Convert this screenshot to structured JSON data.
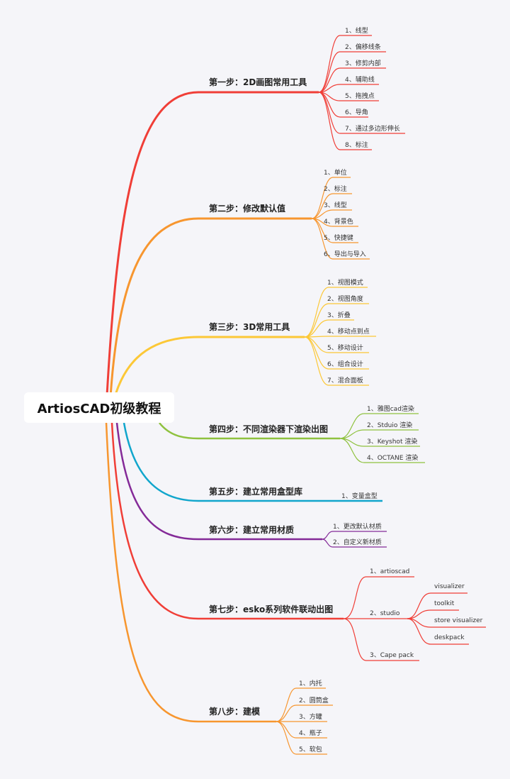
{
  "root": {
    "title": "ArtiosCAD初级教程"
  },
  "colors": {
    "step1": "#f03e37",
    "step2": "#f7962f",
    "step3": "#fcc837",
    "step4": "#8fc23f",
    "step5": "#11a6cc",
    "step6": "#842a98",
    "step7": "#f03e37",
    "step8": "#f7962f"
  },
  "branches": [
    {
      "label": "第一步：2D画图常用工具",
      "children": [
        "1、线型",
        "2、偏移线条",
        "3、修剪内部",
        "4、辅助线",
        "5、拖拽点",
        "6、导角",
        "7、通过多边形伸长",
        "8、标注"
      ]
    },
    {
      "label": "第二步：修改默认值",
      "children": [
        "1、单位",
        "2、标注",
        "3、线型",
        "4、背景色",
        "5、快捷键",
        "6、导出与导入"
      ]
    },
    {
      "label": "第三步：3D常用工具",
      "children": [
        "1、视图模式",
        "2、视图角度",
        "3、折叠",
        "4、移动点到点",
        "5、移动设计",
        "6、组合设计",
        "7、混合面板"
      ]
    },
    {
      "label": "第四步：不同渲染器下渲染出图",
      "children": [
        "1、雅图cad渲染",
        "2、Stduio 渲染",
        "3、Keyshot 渲染",
        "4、OCTANE 渲染"
      ]
    },
    {
      "label": "第五步：建立常用盒型库",
      "children": [
        "1、变量盒型"
      ]
    },
    {
      "label": "第六步：建立常用材质",
      "children": [
        "1、更改默认材质",
        "2、自定义新材质"
      ]
    },
    {
      "label": "第七步：esko系列软件联动出图",
      "children": [
        "1、artioscad",
        "2、studio",
        "3、Cape pack"
      ],
      "studio_children": [
        "visualizer",
        "toolkit",
        "store visualizer",
        "deskpack"
      ]
    },
    {
      "label": "第八步：建模",
      "children": [
        "1、内托",
        "2、圆筒盒",
        "3、方罐",
        "4、瓶子",
        "5、软包"
      ]
    }
  ]
}
